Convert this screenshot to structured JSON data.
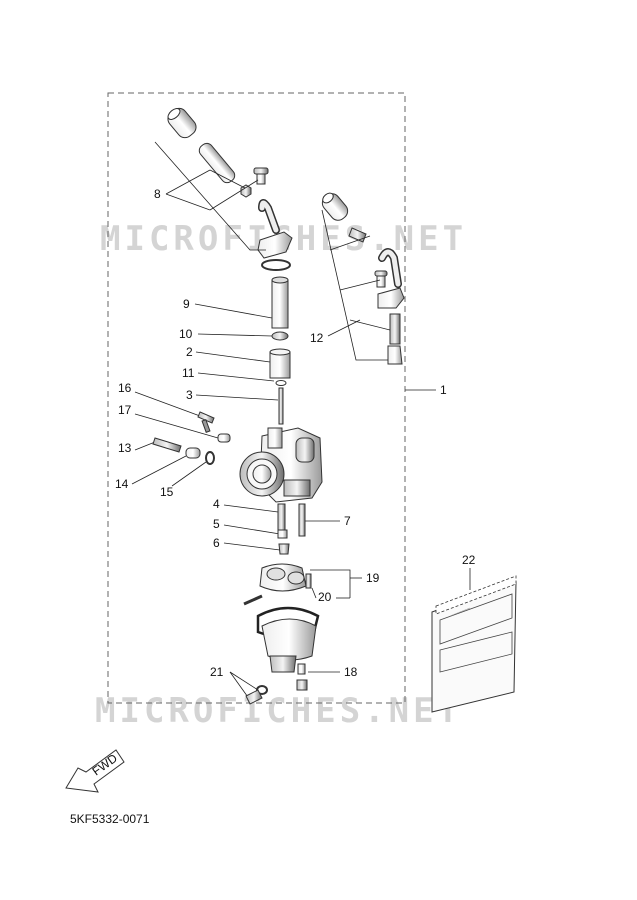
{
  "watermark": "MICROFICHES.NET",
  "diagram_code": "5KF5332-0071",
  "fwd_label": "FWD",
  "callouts": {
    "c1": "1",
    "c2": "2",
    "c3": "3",
    "c4": "4",
    "c5": "5",
    "c6": "6",
    "c7": "7",
    "c8": "8",
    "c9": "9",
    "c10": "10",
    "c11": "11",
    "c12": "12",
    "c13": "13",
    "c14": "14",
    "c15": "15",
    "c16": "16",
    "c17": "17",
    "c18": "18",
    "c19": "19",
    "c20": "20",
    "c21": "21",
    "c22": "22"
  }
}
